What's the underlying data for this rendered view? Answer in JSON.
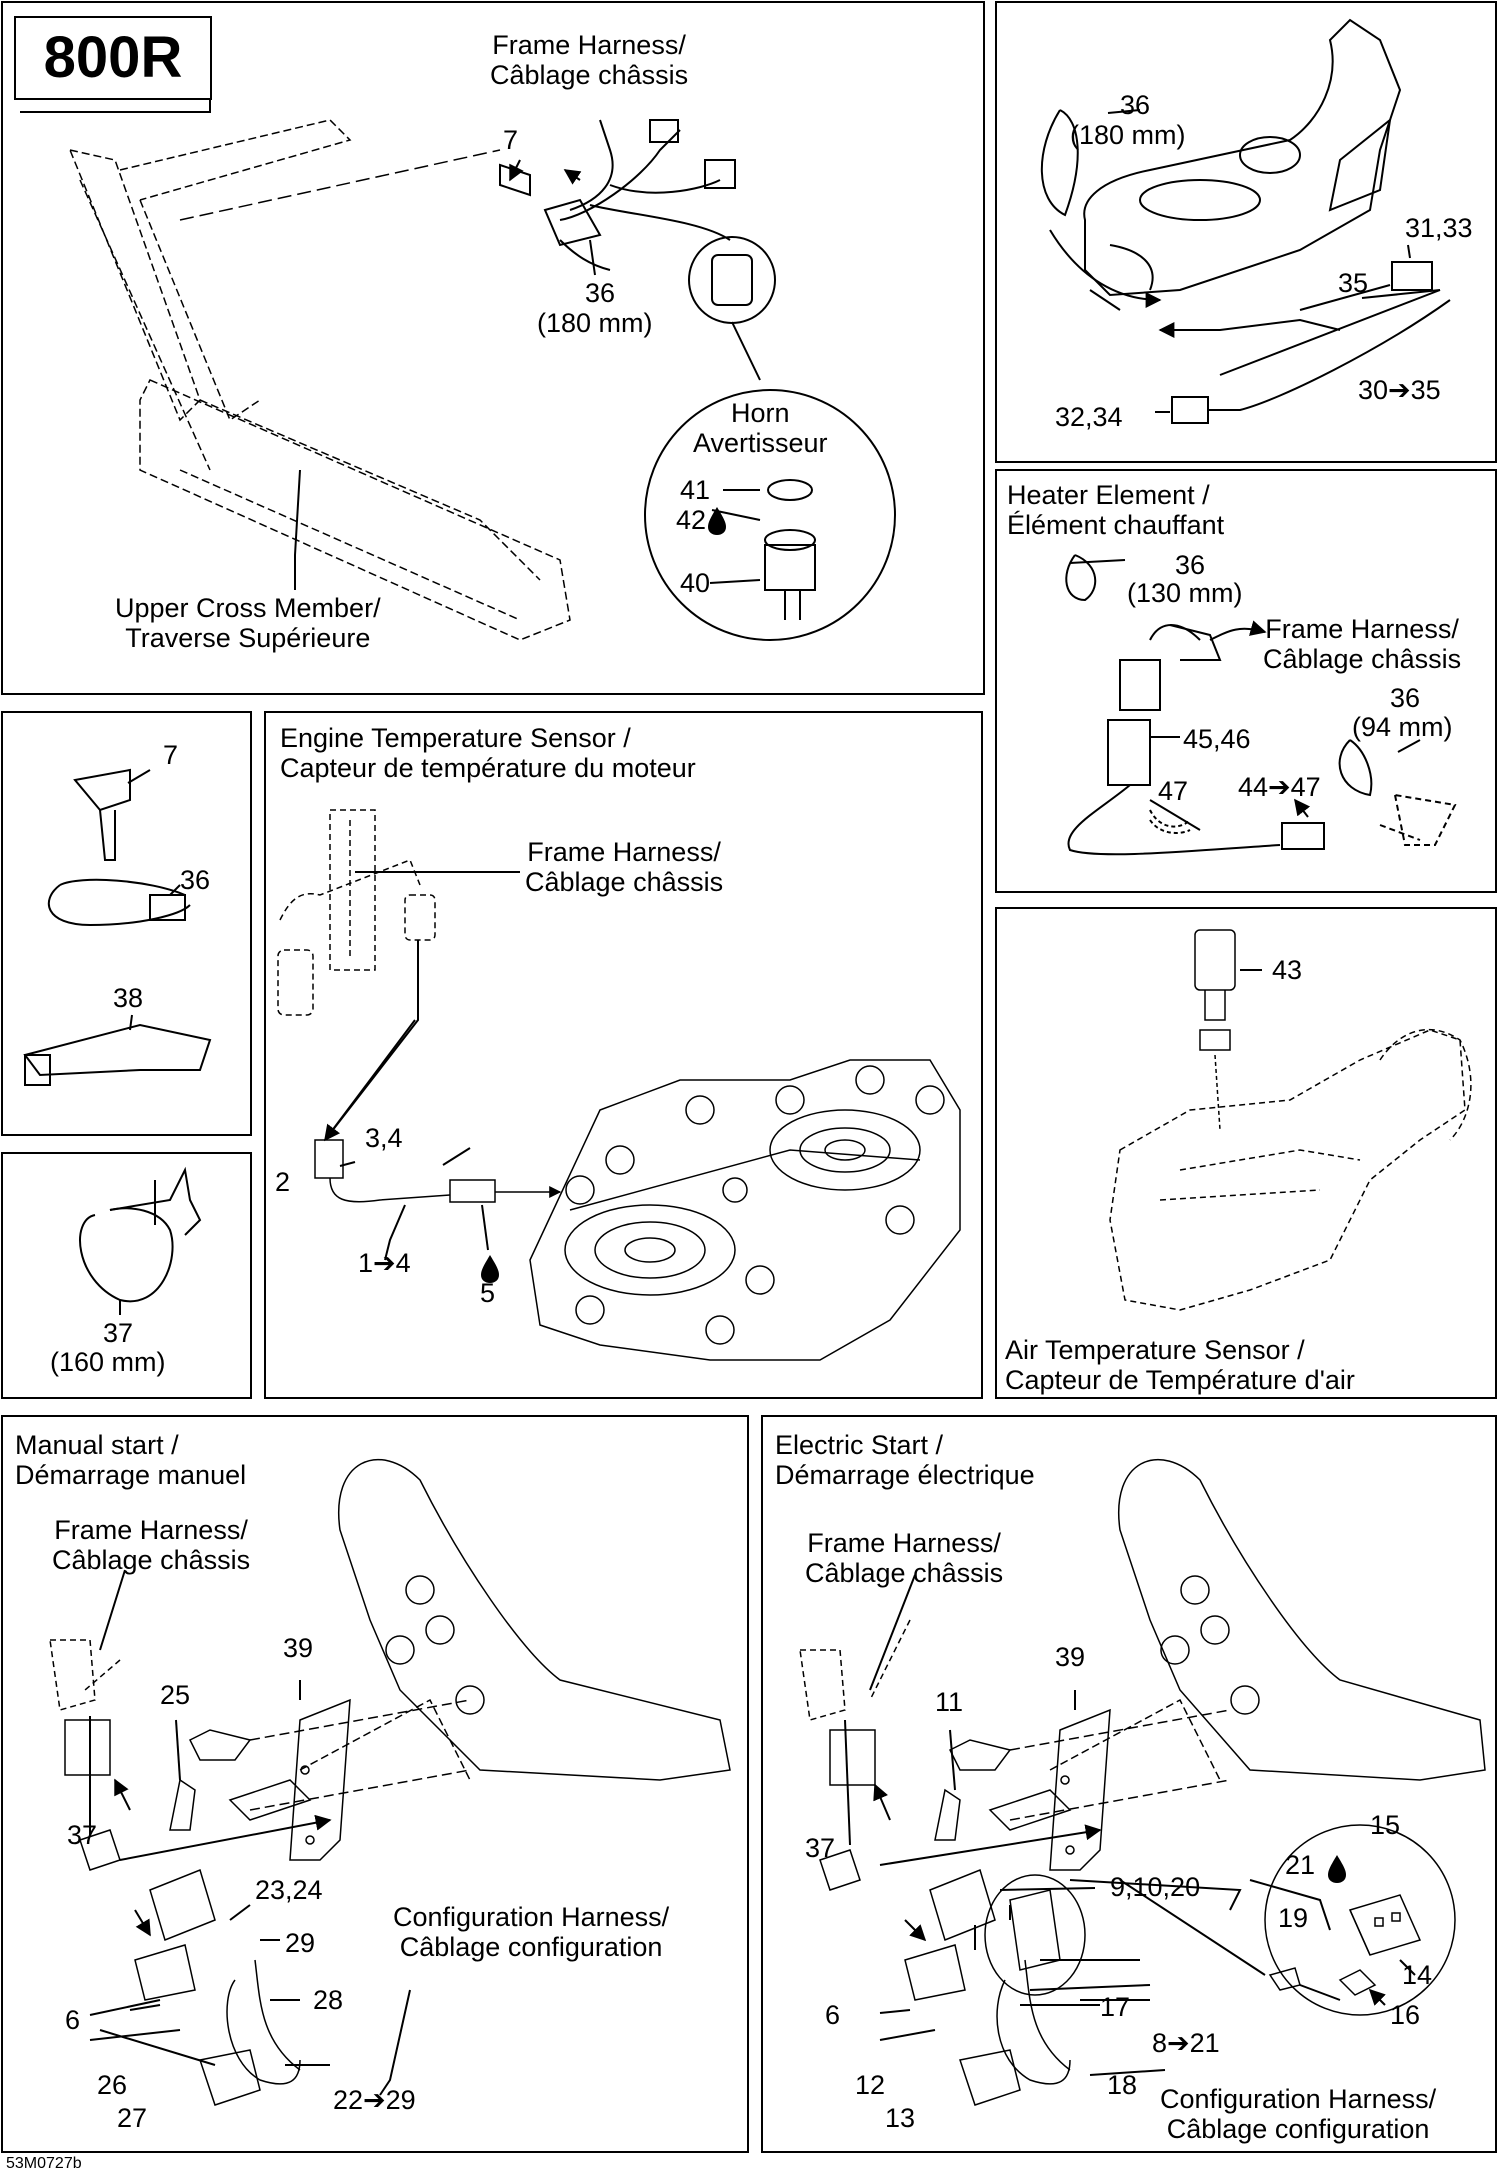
{
  "model": "800R",
  "footer_code": "53M0727b",
  "panels": {
    "frame": {
      "frame_harness": [
        "Frame Harness/",
        "Câblage châssis"
      ],
      "horn": [
        "Horn",
        "Avertisseur"
      ],
      "upper_cross": [
        "Upper Cross Member/",
        "Traverse Supérieure"
      ],
      "nums": {
        "n7": "7",
        "n36": "36",
        "n36mm": "(180 mm)",
        "n41": "41",
        "n42": "42",
        "n40": "40"
      }
    },
    "fuel": {
      "nums": {
        "n36": "36",
        "n36mm": "(180 mm)",
        "n3133": "31,33",
        "n35": "35",
        "n3035": "30➔35",
        "n3234": "32,34"
      }
    },
    "heater": {
      "title": [
        "Heater Element /",
        "Élément chauffant"
      ],
      "frame_harness": [
        "Frame Harness/",
        "Câblage châssis"
      ],
      "nums": {
        "n36a": "36",
        "n36amm": "(130 mm)",
        "n36b": "36",
        "n36bmm": "(94 mm)",
        "n4546": "45,46",
        "n47": "47",
        "n4447": "44➔47"
      }
    },
    "parts": {
      "nums": {
        "n7": "7",
        "n36": "36",
        "n38": "38"
      }
    },
    "clamp": {
      "nums": {
        "n37": "37",
        "n37mm": "(160 mm)"
      }
    },
    "engine": {
      "title": [
        "Engine Temperature Sensor /",
        "Capteur de température du moteur"
      ],
      "frame_harness": [
        "Frame Harness/",
        "Câblage châssis"
      ],
      "nums": {
        "n34": "3,4",
        "n2": "2",
        "n14": "1➔4",
        "n5": "5"
      }
    },
    "air": {
      "title": [
        "Air Temperature Sensor /",
        "Capteur de Température d'air"
      ],
      "nums": {
        "n43": "43"
      }
    },
    "manual": {
      "title": [
        "Manual start /",
        "Démarrage manuel"
      ],
      "frame_harness": [
        "Frame Harness/",
        "Câblage châssis"
      ],
      "config": [
        "Configuration Harness/",
        "Câblage configuration"
      ],
      "nums": {
        "n39": "39",
        "n25": "25",
        "n37": "37",
        "n2324": "23,24",
        "n29": "29",
        "n28": "28",
        "n6": "6",
        "n26": "26",
        "n27": "27",
        "n2229": "22➔29"
      }
    },
    "electric": {
      "title": [
        "Electric Start /",
        "Démarrage électrique"
      ],
      "frame_harness": [
        "Frame Harness/",
        "Câblage châssis"
      ],
      "config": [
        "Configuration Harness/",
        "Câblage configuration"
      ],
      "nums": {
        "n39": "39",
        "n11": "11",
        "n37": "37",
        "n91020": "9,10,20",
        "n21": "21",
        "n15": "15",
        "n19": "19",
        "n14": "14",
        "n16": "16",
        "n6": "6",
        "n17": "17",
        "n821": "8➔21",
        "n12": "12",
        "n13": "13",
        "n18": "18"
      }
    }
  }
}
